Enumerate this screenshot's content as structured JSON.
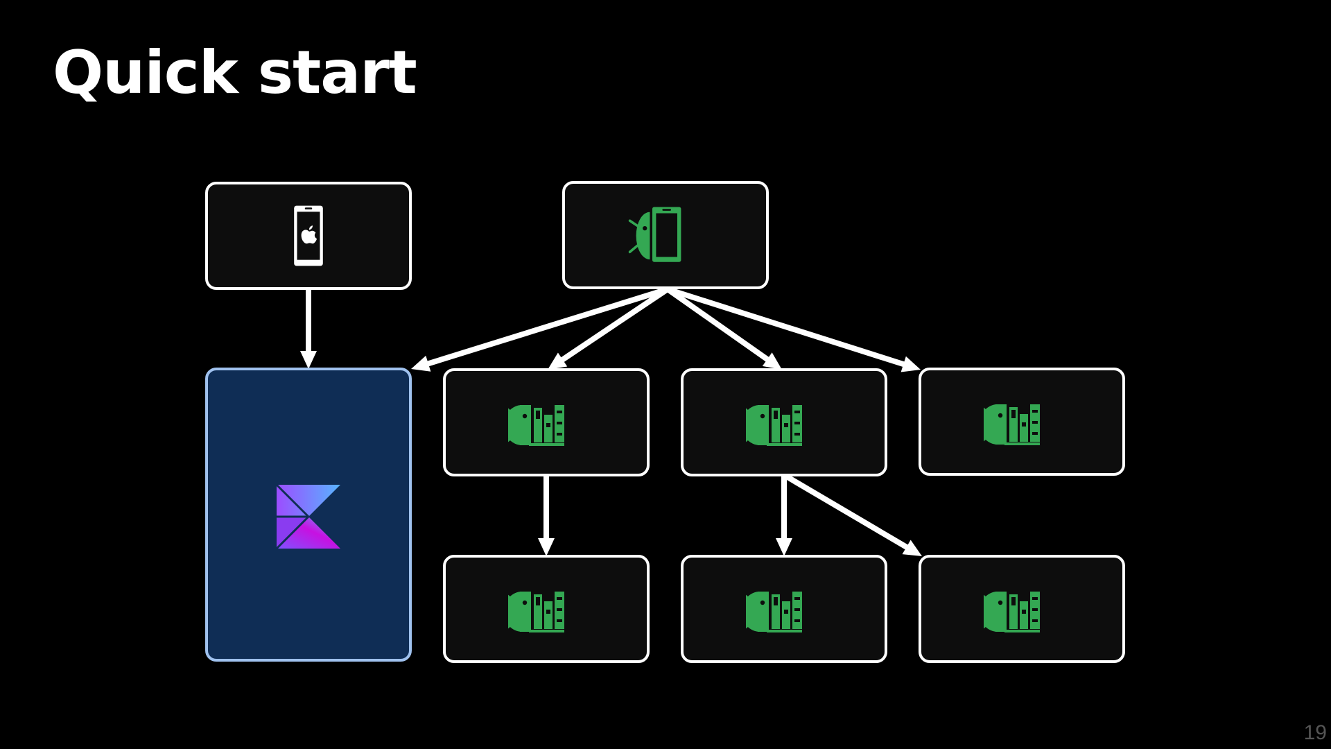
{
  "slide": {
    "title": "Quick start",
    "page_number": "19"
  },
  "colors": {
    "background": "#000000",
    "node_fill": "#0d0d0d",
    "node_border": "#ffffff",
    "kmp_fill": "#0f2d55",
    "kmp_border": "#9fc1ee",
    "android_green": "#34a853",
    "arrow": "#ffffff",
    "kotlin_gradient": [
      "#7f52ff",
      "#c711e1",
      "#6aa9ff"
    ]
  },
  "diagram": {
    "nodes": [
      {
        "id": "ios-app",
        "icon": "ios-phone-icon",
        "kind": "app"
      },
      {
        "id": "android-app",
        "icon": "android-phone-icon",
        "kind": "app"
      },
      {
        "id": "kmp-shared",
        "icon": "kotlin-logo-icon",
        "kind": "shared"
      },
      {
        "id": "lib-a",
        "icon": "android-library-icon",
        "kind": "library"
      },
      {
        "id": "lib-b",
        "icon": "android-library-icon",
        "kind": "library"
      },
      {
        "id": "lib-c",
        "icon": "android-library-icon",
        "kind": "library"
      },
      {
        "id": "lib-d",
        "icon": "android-library-icon",
        "kind": "library"
      },
      {
        "id": "lib-e",
        "icon": "android-library-icon",
        "kind": "library"
      },
      {
        "id": "lib-f",
        "icon": "android-library-icon",
        "kind": "library"
      }
    ],
    "edges": [
      {
        "from": "ios-app",
        "to": "kmp-shared"
      },
      {
        "from": "android-app",
        "to": "kmp-shared"
      },
      {
        "from": "android-app",
        "to": "lib-a"
      },
      {
        "from": "android-app",
        "to": "lib-b"
      },
      {
        "from": "android-app",
        "to": "lib-c"
      },
      {
        "from": "lib-a",
        "to": "lib-d"
      },
      {
        "from": "lib-b",
        "to": "lib-e"
      },
      {
        "from": "lib-b",
        "to": "lib-f"
      }
    ]
  }
}
